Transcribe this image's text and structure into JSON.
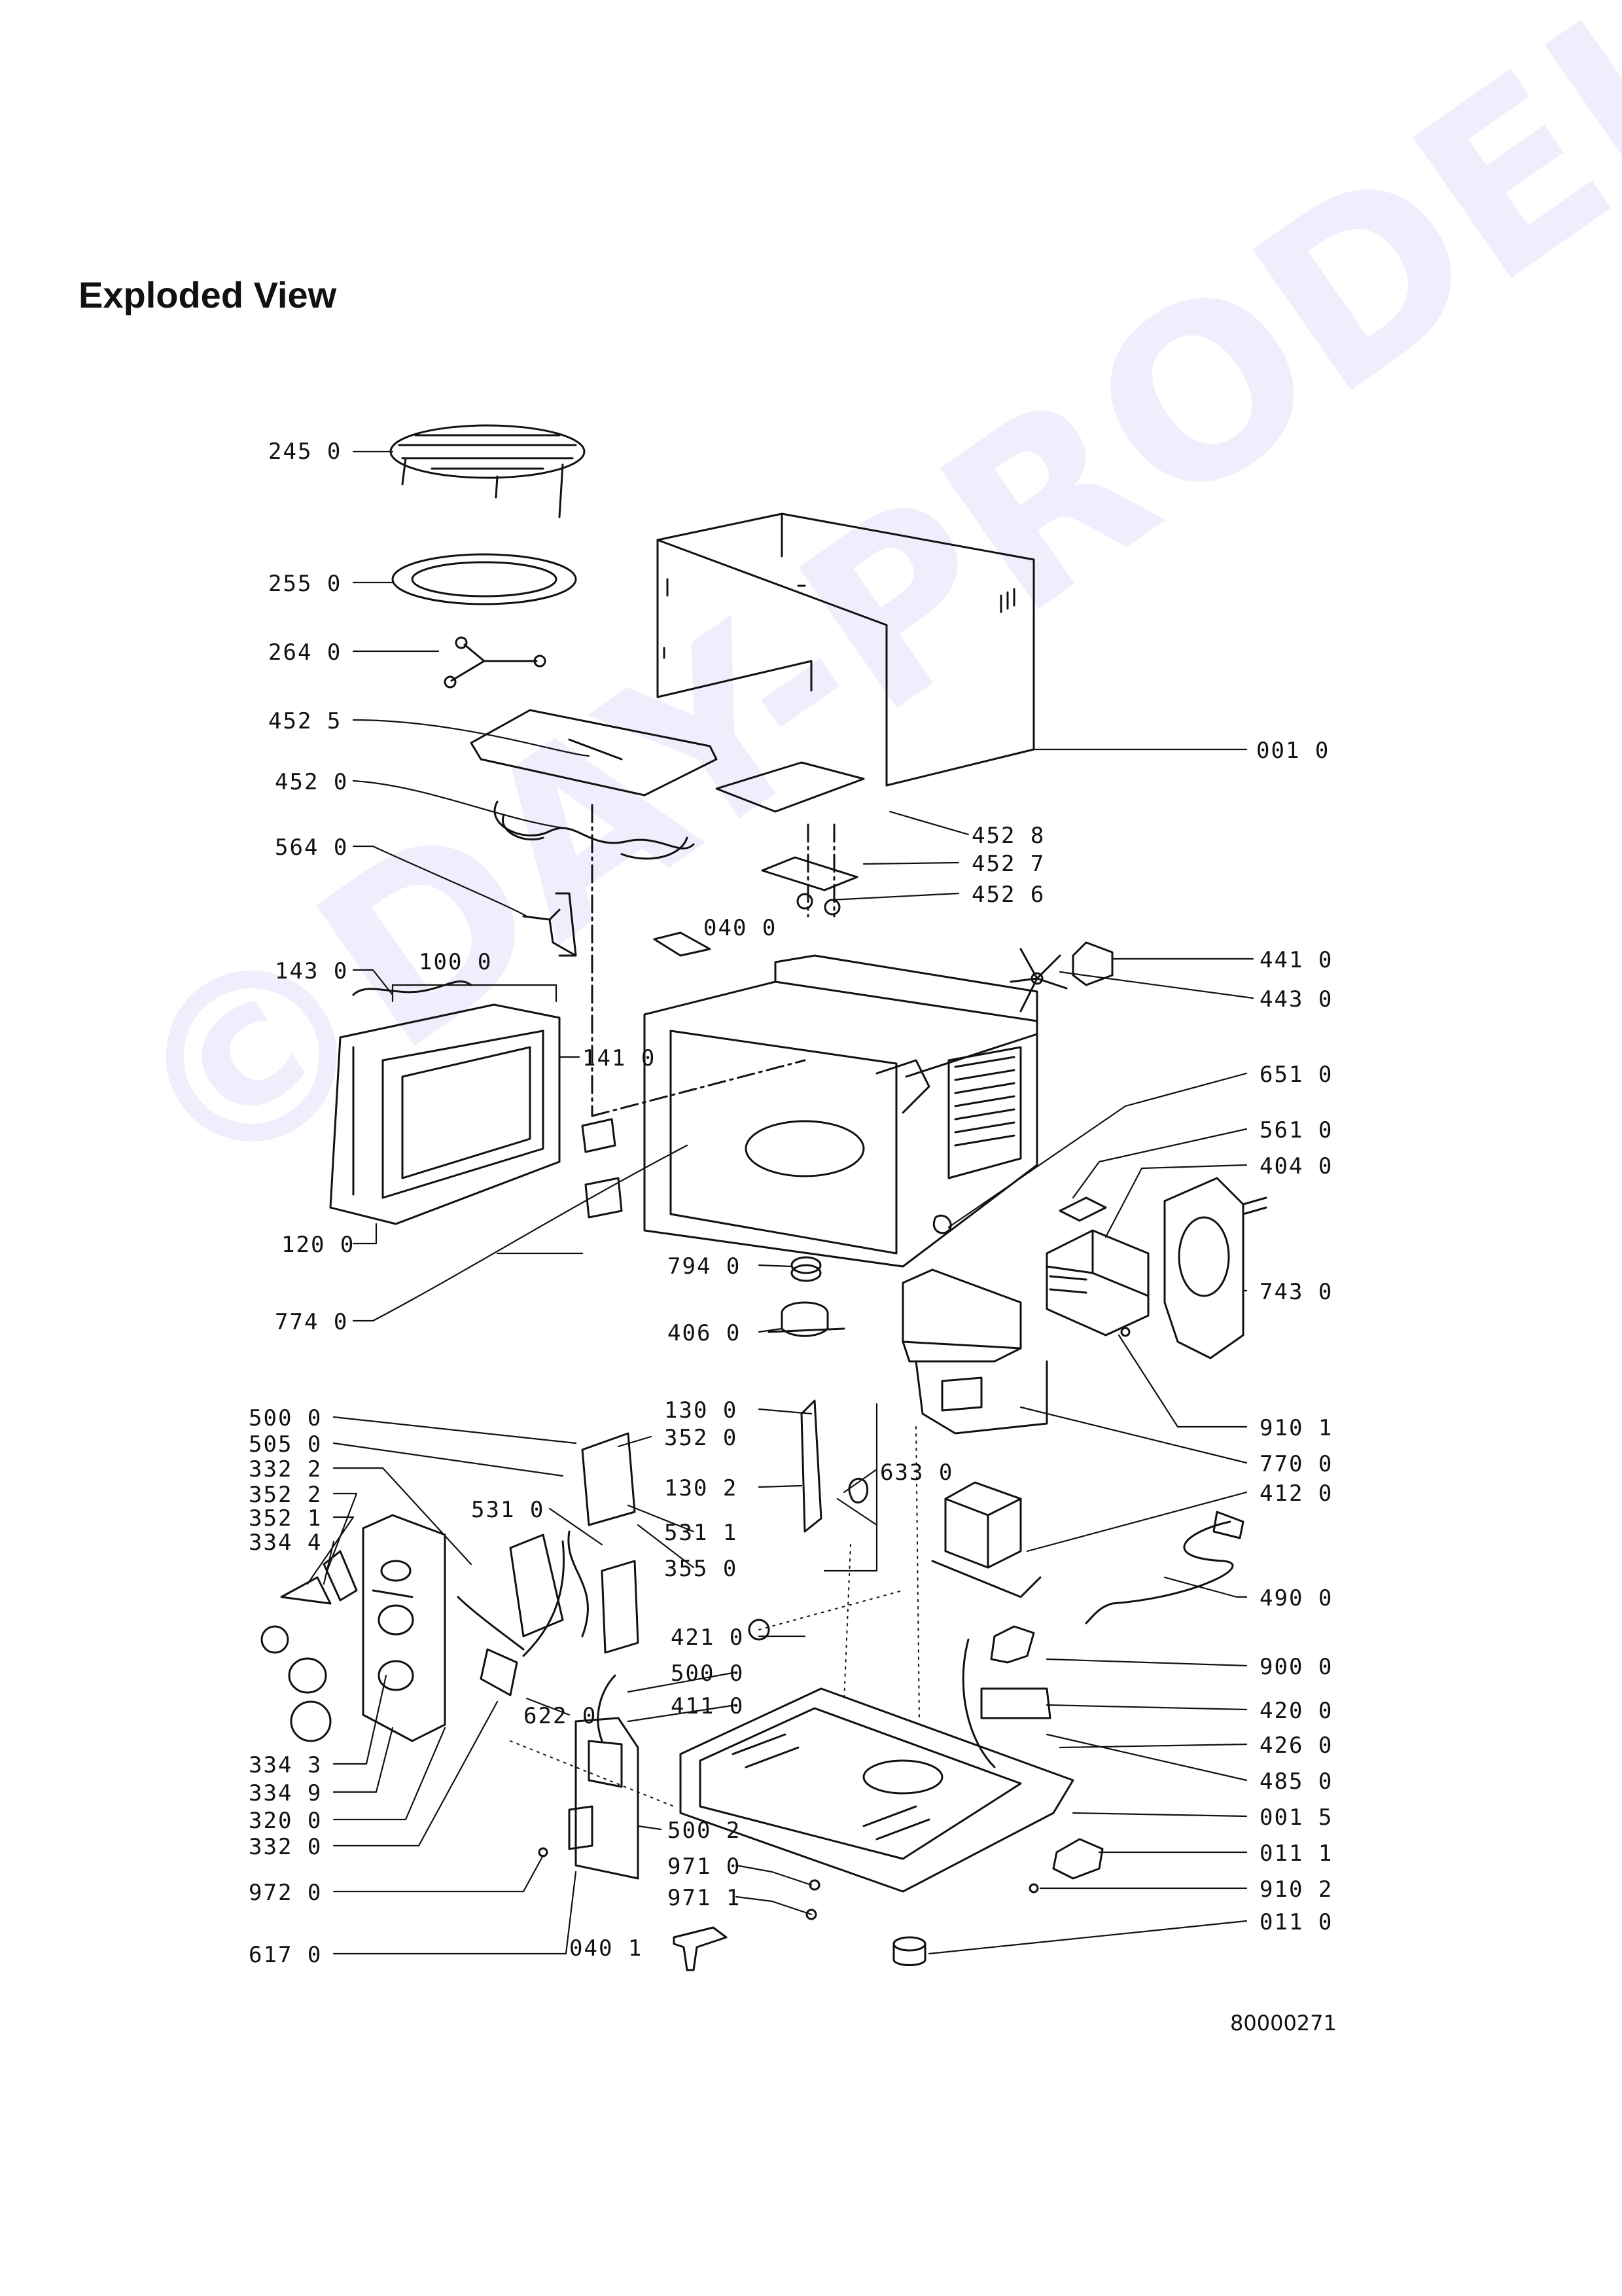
{
  "title": "Exploded View",
  "watermark": "©DAY-PRODEJ.cz",
  "doc_number": "80000271",
  "labels": {
    "l2450": "245 0",
    "l2550": "255 0",
    "l2640": "264 0",
    "l4525": "452 5",
    "l4520": "452 0",
    "l5640": "564 0",
    "l1430": "143 0",
    "l1000": "100 0",
    "l1410": "141 0",
    "l1200": "120 0",
    "l7740": "774 0",
    "l0010": "001 0",
    "l4528": "452 8",
    "l4527": "452 7",
    "l4526": "452 6",
    "l0400": "040 0",
    "l4410": "441 0",
    "l4430": "443 0",
    "l6510": "651 0",
    "l5610": "561 0",
    "l4040": "404 0",
    "l7430": "743 0",
    "l7940": "794 0",
    "l4060": "406 0",
    "l9101": "910 1",
    "l7700": "770 0",
    "l5000a": "500 0",
    "l5050": "505 0",
    "l3322a": "332 2",
    "l3522": "352 2",
    "l3521": "352 1",
    "l3344": "334 4",
    "l3520": "352 0",
    "l5310": "531 0",
    "l5311": "531 1",
    "l3550": "355 0",
    "l1300": "130 0",
    "l1302": "130 2",
    "l6330": "633 0",
    "l4120": "412 0",
    "l4900": "490 0",
    "l4210": "421 0",
    "l5000b": "500 0",
    "l4110": "411 0",
    "l6220": "622 0",
    "l3343": "334 3",
    "l3349": "334 9",
    "l3200": "320 0",
    "l3320": "332 0",
    "l9000": "900 0",
    "l4200": "420 0",
    "l4260": "426 0",
    "l4850": "485 0",
    "l0015": "001 5",
    "l0111": "011 1",
    "l9102": "910 2",
    "l0110": "011 0",
    "l5002": "500 2",
    "l9710": "971 0",
    "l9711": "971 1",
    "l9720": "972 0",
    "l6170": "617 0",
    "l0401": "040 1"
  }
}
